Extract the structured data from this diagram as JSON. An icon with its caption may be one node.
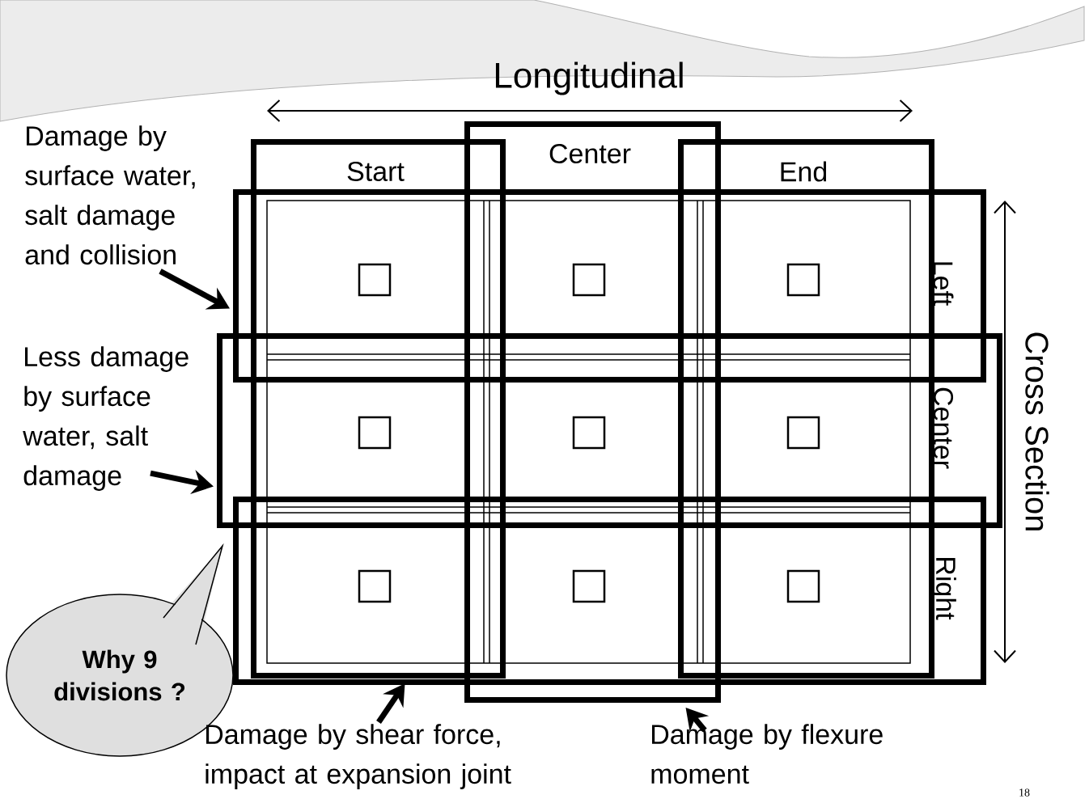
{
  "diagram": {
    "nodes": [
      {
        "text": [
          "Damage by surface water, salt damage and collision"
        ]
      },
      {
        "text": [
          "Start"
        ]
      },
      {
        "text": [
          "Center"
        ]
      },
      {
        "text": [
          "End"
        ]
      },
      {
        "text": [
          "Left"
        ]
      },
      {
        "text": [
          "Center"
        ]
      },
      {
        "text": [
          "Right"
        ]
      },
      {
        "text": [
          "Less damage by surface water, salt damage"
        ]
      },
      {
        "text": [],
        "shape": "box"
      },
      {
        "text": [],
        "shape": "box"
      },
      {
        "text": [],
        "shape": "box"
      },
      {
        "text": [],
        "shape": "box"
      },
      {
        "text": [],
        "shape": "box"
      },
      {
        "text": [],
        "shape": "box"
      },
      {
        "text": [],
        "shape": "box"
      },
      {
        "text": [],
        "shape": "box"
      },
      {
        "text": [],
        "shape": "box"
      },
      {
        "text": [
          "Why 9 divisions ?"
        ]
      },
      {
        "text": [
          "Damage by shear force, impact at expansion joint"
        ]
      },
      {
        "text": [
          "Damage by flexure moment"
        ]
      }
    ],
    "edges": [
      {
        "from": 0,
        "to": 4,
        "arrow": "to"
      },
      {
        "from": 7,
        "to": 5,
        "arrow": "to"
      },
      {
        "from": 18,
        "to": 1,
        "arrow": "to"
      },
      {
        "from": 19,
        "to": 2,
        "arrow": "to"
      }
    ],
    "labels": [
      "Longitudinal",
      "Cross Section",
      "18"
    ]
  }
}
